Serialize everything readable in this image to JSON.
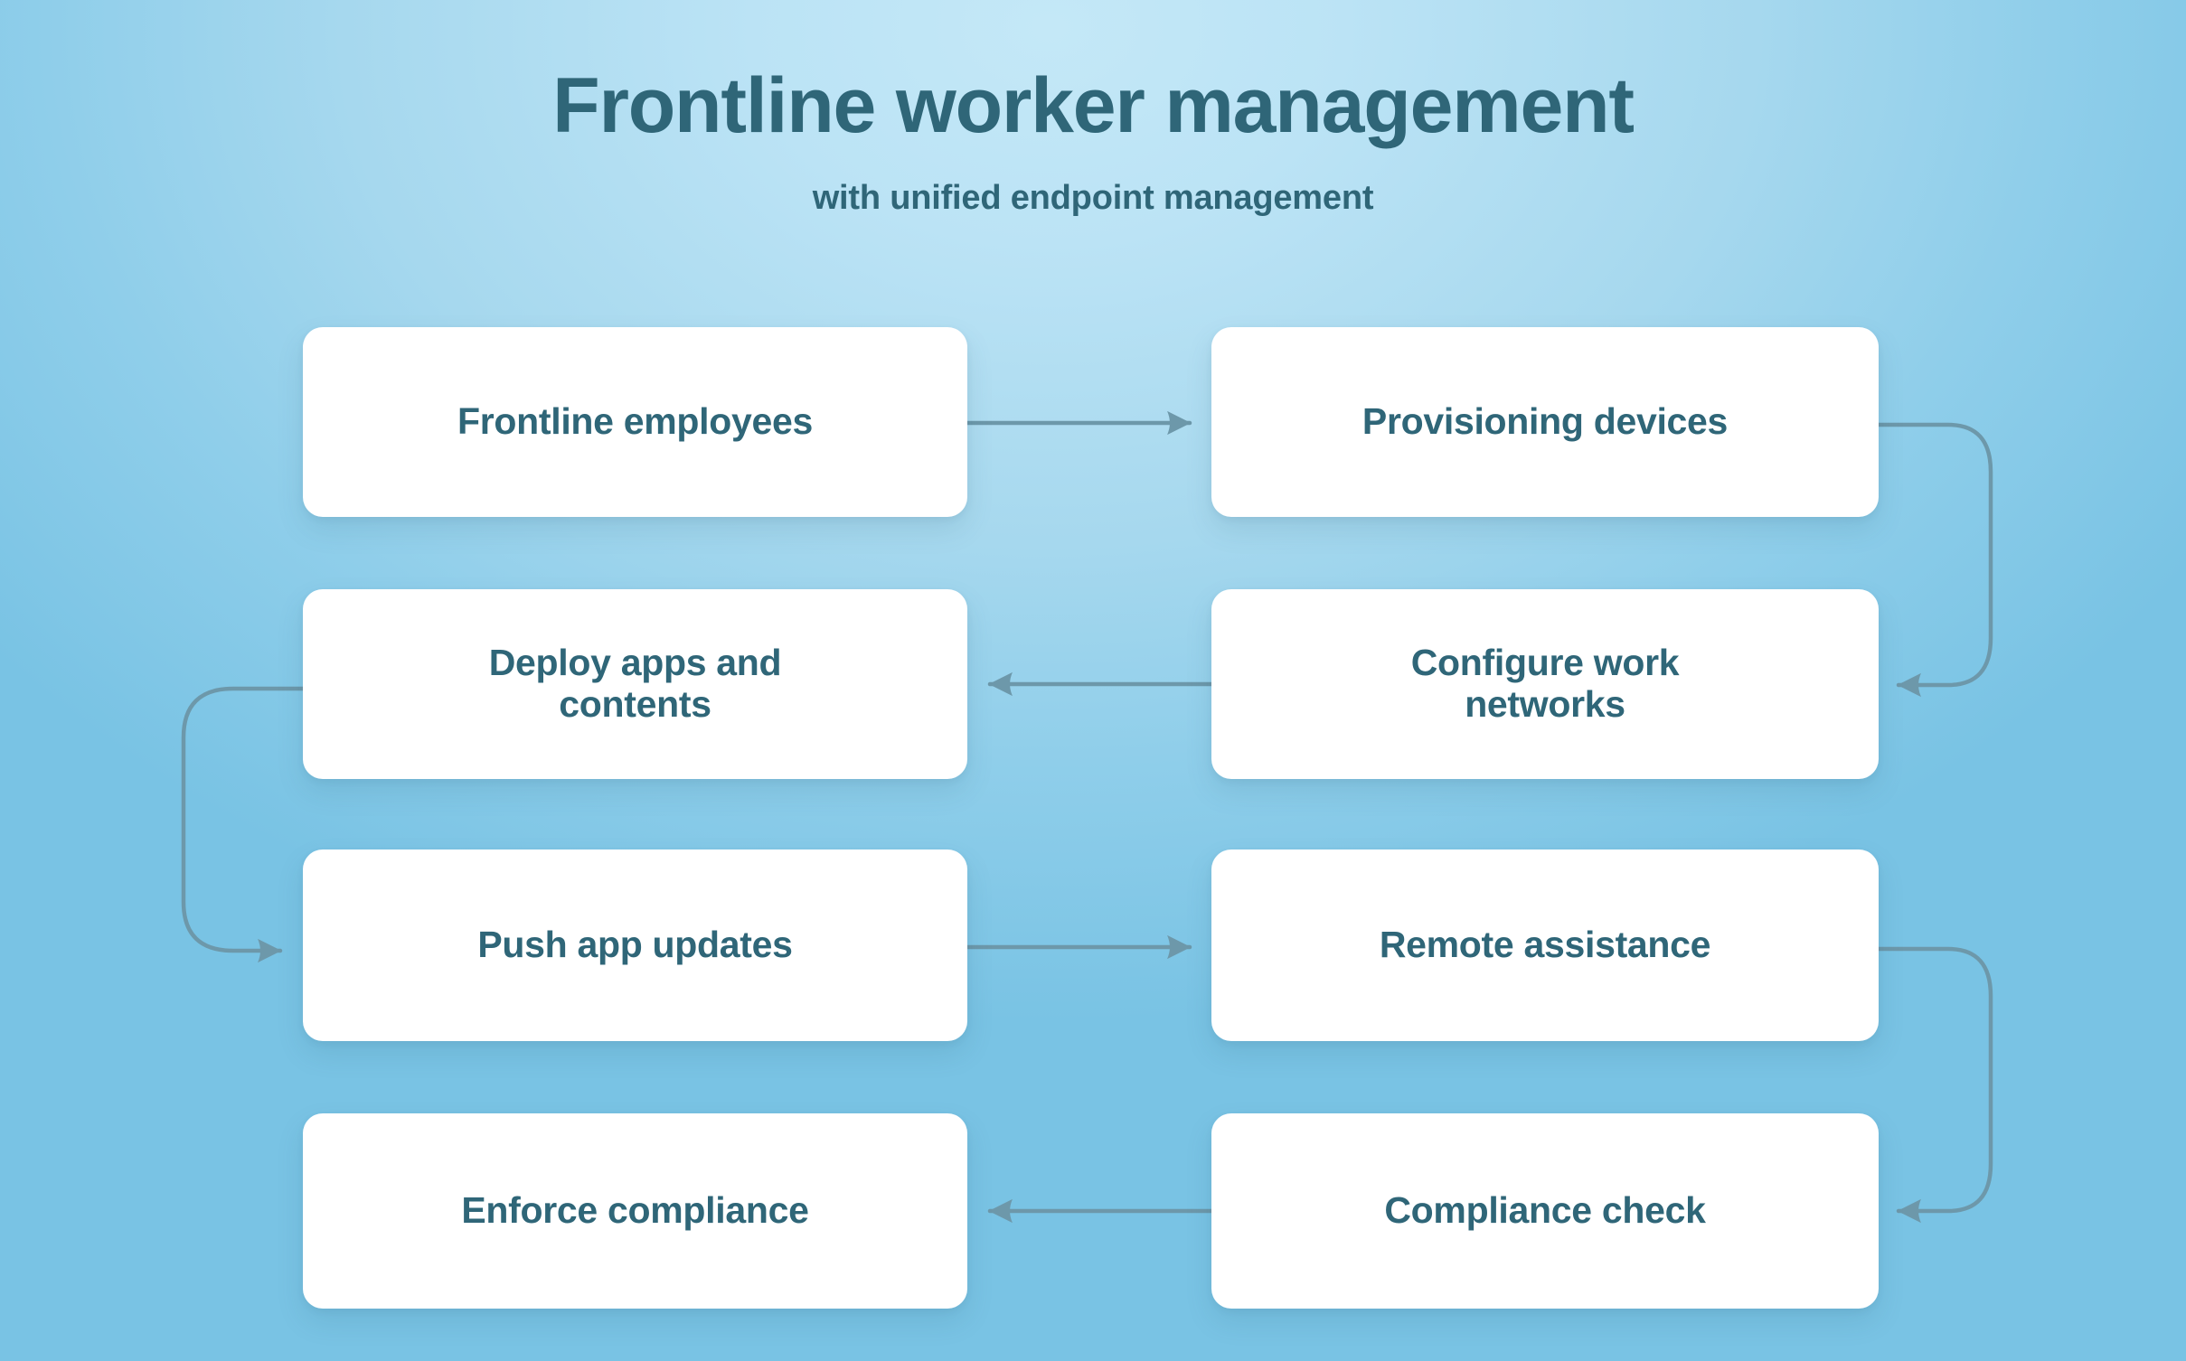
{
  "header": {
    "title": "Frontline worker management",
    "subtitle": "with unified endpoint management"
  },
  "colors": {
    "text": "#2f6678",
    "node_background": "#ffffff",
    "connector": "#6d98aa",
    "background_light": "#bbe3f5",
    "background_deep": "#74c1e1"
  },
  "diagram": {
    "type": "flowchart",
    "nodes": [
      {
        "id": "frontline-employees",
        "label": "Frontline employees",
        "column": "left",
        "row": 1
      },
      {
        "id": "provisioning-devices",
        "label": "Provisioning devices",
        "column": "right",
        "row": 1
      },
      {
        "id": "deploy-apps",
        "label": "Deploy apps and\ncontents",
        "column": "left",
        "row": 2
      },
      {
        "id": "configure-networks",
        "label": "Configure work\nnetworks",
        "column": "right",
        "row": 2
      },
      {
        "id": "push-app-updates",
        "label": "Push app updates",
        "column": "left",
        "row": 3
      },
      {
        "id": "remote-assistance",
        "label": "Remote assistance",
        "column": "right",
        "row": 3
      },
      {
        "id": "enforce-compliance",
        "label": "Enforce compliance",
        "column": "left",
        "row": 4
      },
      {
        "id": "compliance-check",
        "label": "Compliance check",
        "column": "right",
        "row": 4
      }
    ],
    "edges": [
      {
        "from": "frontline-employees",
        "to": "provisioning-devices",
        "style": "straight-right"
      },
      {
        "from": "provisioning-devices",
        "to": "configure-networks",
        "style": "curve-right-down"
      },
      {
        "from": "configure-networks",
        "to": "deploy-apps",
        "style": "straight-left"
      },
      {
        "from": "deploy-apps",
        "to": "push-app-updates",
        "style": "curve-left-down"
      },
      {
        "from": "push-app-updates",
        "to": "remote-assistance",
        "style": "straight-right"
      },
      {
        "from": "remote-assistance",
        "to": "compliance-check",
        "style": "curve-right-down"
      },
      {
        "from": "compliance-check",
        "to": "enforce-compliance",
        "style": "straight-left"
      }
    ]
  }
}
